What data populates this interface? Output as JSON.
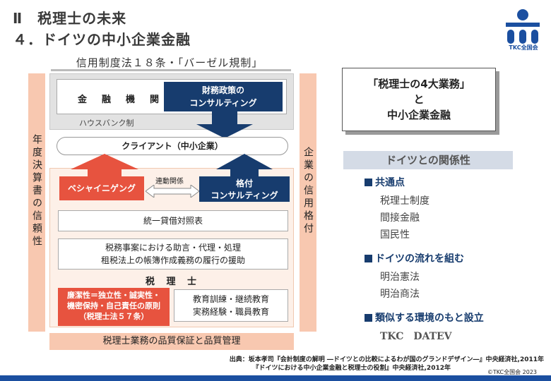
{
  "header": {
    "section": "Ⅱ　税理士の未来",
    "subtitle": "４．ドイツの中小企業金融",
    "logo_text": "TKC全国会",
    "logo_icon": "tkc-logo-icon"
  },
  "diagram": {
    "legal_basis": "信用制度法１８条・「バーゼル規制」",
    "left_bar": "年度決算書の信頼性",
    "right_bar": "企業の信用格付",
    "bank": "金　融　機　関",
    "financial_consulting": [
      "財務政策の",
      "コンサルティング"
    ],
    "hausbank": "ハウスバンク制",
    "client": "クライアント（中小企業）",
    "bescheinigung": "ベシャイニゲング",
    "linkage": "連動関係",
    "rating_consulting": [
      "格付",
      "コンサルティング"
    ],
    "unified_balance": "統一貸借対照表",
    "tax_services": [
      "税務事案における助言・代理・処理",
      "租税法上の帳簿作成義務の履行の援助"
    ],
    "tax_accountant": "税 理 士",
    "principles": [
      "廉潔性＝独立性・誠実性・",
      "機密保持・自己責任の原則",
      "（税理士法５７条）"
    ],
    "education": [
      "教育訓練・継続教育",
      "実務経験・職員教育"
    ],
    "quality_assurance": "税理士業務の品質保証と品質管理"
  },
  "right_panel": {
    "four_title_lines": [
      "「税理士の4大業務」",
      "と",
      "中小企業金融"
    ],
    "relation_title": "ドイツとの関係性",
    "sections": [
      {
        "heading": "共通点",
        "items": [
          "税理士制度",
          "間接金融",
          "国民性"
        ]
      },
      {
        "heading": "ドイツの流れを組む",
        "items": [
          "明治憲法",
          "明治商法"
        ]
      },
      {
        "heading": "類似する環境のもと設立",
        "items": [
          "TKC　DATEV"
        ]
      }
    ]
  },
  "footer": {
    "source_line1": "出典：坂本孝司『会計制度の解明 ―ドイツとの比較によるわが国のグランドデザイン―』中央経済社,2011年",
    "source_line2": "『ドイツにおける中小企業金融と税理士の役割』中央経済社,2012年",
    "copyright": "©TKC全国会 2023"
  },
  "colors": {
    "navy": "#173c6e",
    "red": "#e7533f",
    "salmon": "#f8c8b0",
    "brand_blue": "#1b4fa0"
  }
}
